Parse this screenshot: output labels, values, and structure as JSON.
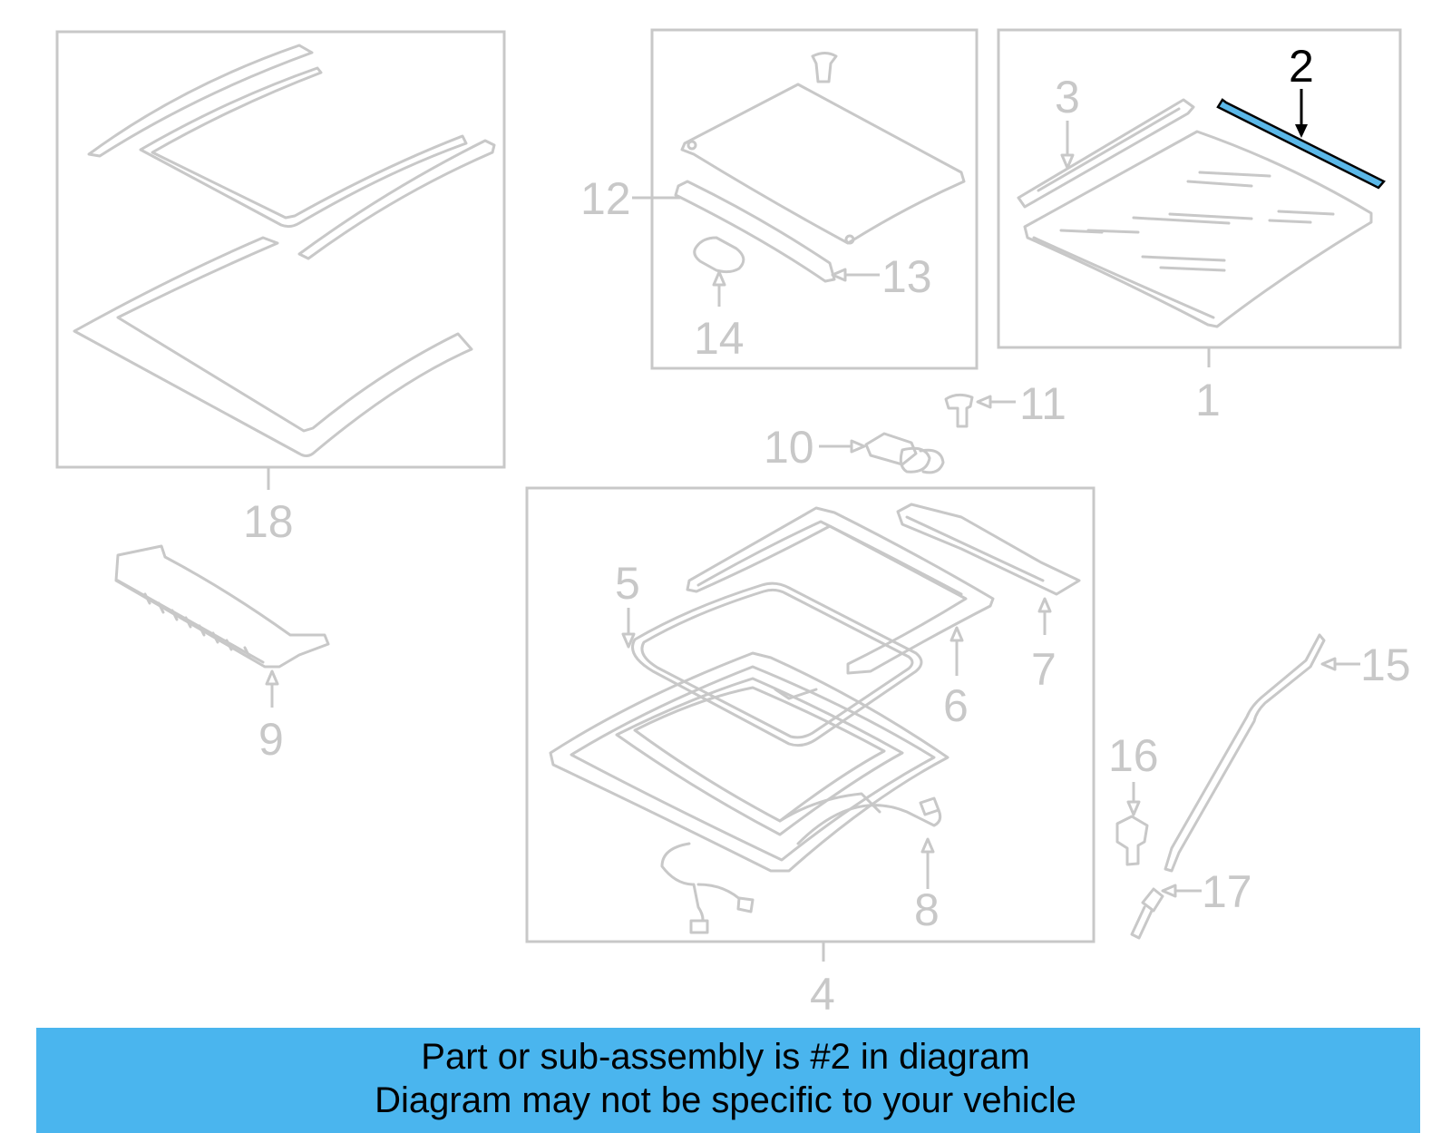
{
  "callouts": {
    "c1": "1",
    "c2": "2",
    "c3": "3",
    "c4": "4",
    "c5": "5",
    "c6": "6",
    "c7": "7",
    "c8": "8",
    "c9": "9",
    "c10": "10",
    "c11": "11",
    "c12": "12",
    "c13": "13",
    "c14": "14",
    "c15": "15",
    "c16": "16",
    "c17": "17",
    "c18": "18"
  },
  "highlighted_part": "2",
  "colors": {
    "banner": "#4ab5ee",
    "line_art": "#c8c8c8",
    "highlight": "#5bb8e8",
    "text": "#000000"
  },
  "banner": {
    "line1": "Part or sub-assembly is #2 in diagram",
    "line2": "Diagram may not be specific to your vehicle"
  }
}
